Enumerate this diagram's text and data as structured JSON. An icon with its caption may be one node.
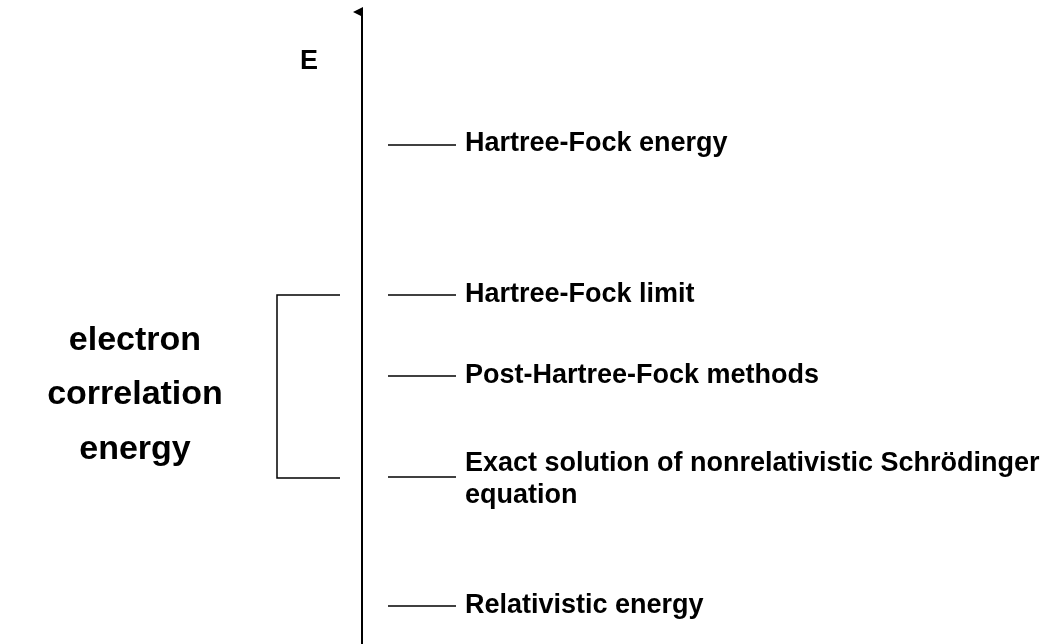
{
  "diagram": {
    "labels": [
      "E",
      "Hartree-Fock energy",
      "Hartree-Fock limit",
      "electron correlation energy",
      "Post-Hartree-Fock methods",
      "Exact solution of nonrelativistic Schrödinger equation",
      "Relativistic energy"
    ]
  }
}
